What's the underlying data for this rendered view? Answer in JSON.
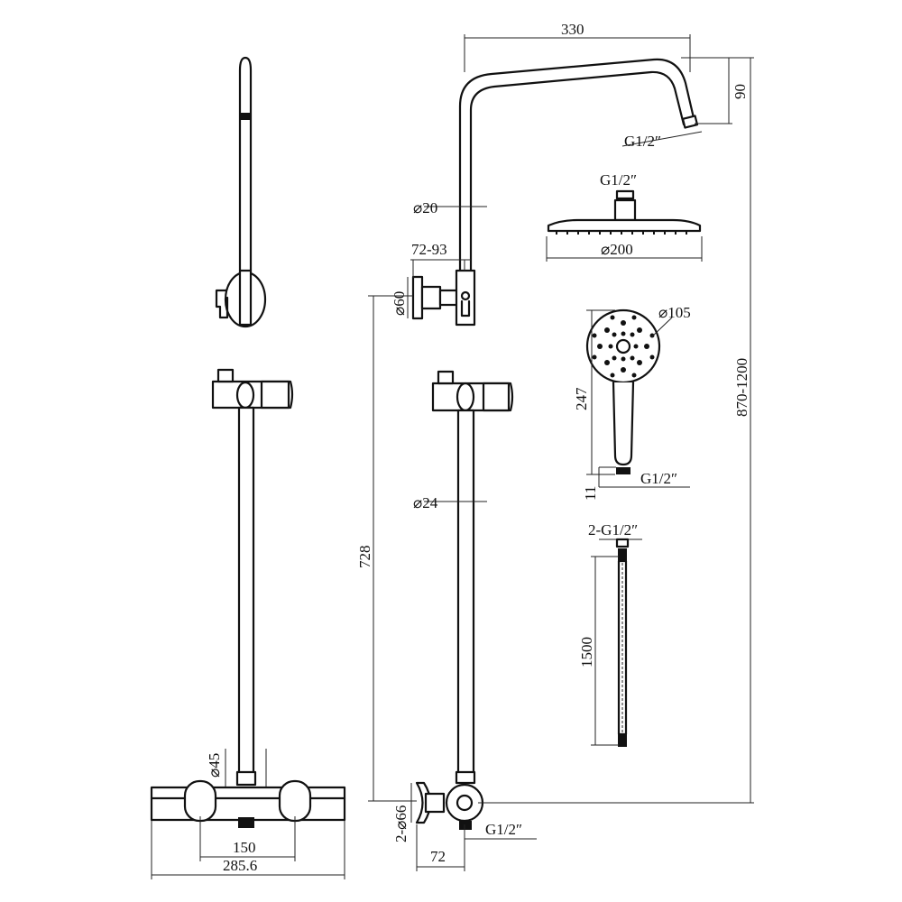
{
  "dimensions": {
    "top_arm_width": "330",
    "arm_drop": "90",
    "arm_outlet_thread": "G1/2″",
    "head_thread": "G1/2″",
    "upper_pipe_diameter": "⌀20",
    "bracket_offset": "72-93",
    "bracket_plate_diameter": "⌀60",
    "head_diameter": "⌀200",
    "hand_shower_diameter": "⌀105",
    "total_height": "870-1200",
    "hand_shower_length": "247",
    "hand_thread_length": "11",
    "hand_thread": "G1/2″",
    "hose_threads": "2-G1/2″",
    "lower_pipe_diameter": "⌀24",
    "bracket_to_valve_height": "728",
    "hose_length": "1500",
    "valve_outlet_diameter": "⌀45",
    "inlet_plate_diameter": "2-⌀66",
    "valve_outlet_thread": "G1/2″",
    "inlet_center_distance": "150",
    "valve_body_length": "285.6",
    "inlet_offset": "72"
  }
}
